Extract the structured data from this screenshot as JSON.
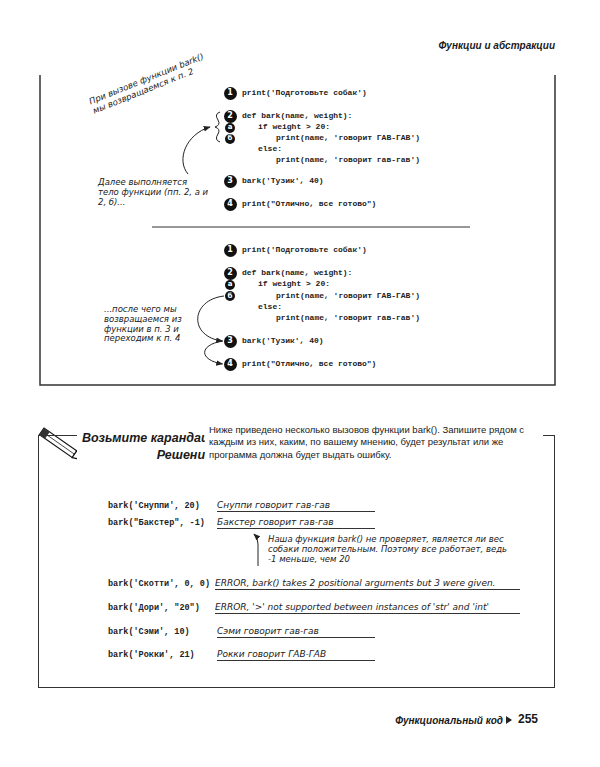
{
  "diagram": {
    "nodes": [
      {
        "text": [
          "1"
        ]
      },
      {
        "text": [
          "2"
        ]
      },
      {
        "text": [
          "а"
        ]
      },
      {
        "text": [
          "б"
        ]
      },
      {
        "text": [
          "3"
        ]
      },
      {
        "text": [
          "4"
        ]
      },
      {
        "text": [
          "1"
        ]
      },
      {
        "text": [
          "2"
        ]
      },
      {
        "text": [
          "а"
        ]
      },
      {
        "text": [
          "б"
        ]
      },
      {
        "text": [
          "3"
        ]
      },
      {
        "text": [
          "4"
        ]
      },
      {
        "text": [
          "Возьмите карандаш Решение",
          "Ниже приведено несколько вызовов функции bark(). Запишите рядом с каждым из них, каким, по вашему мнению, будет результат или же программа должна будет выдать ошибку."
        ]
      }
    ],
    "edges": [
      {
        "from": 9,
        "to": 10,
        "arrow": "to"
      },
      {
        "from": 10,
        "to": 11,
        "arrow": "to"
      }
    ],
    "labels": [
      "Функции и абстракции",
      "print('Подготовьте собак')",
      "def bark(name, weight):",
      "if weight > 20:",
      "print(name, 'говорит ГАВ-ГАВ')",
      "else:",
      "print(name, 'говорит гав-гав')",
      "bark('Тузик', 40)",
      "print(\"Отлично, все готово\")",
      "При вызове функции bark() мы возвращаемся к п. 2",
      "Далее выполняется тело функции (пп. 2, а и 2, б)...",
      "print('Подготовьте собак')",
      "def bark(name, weight):",
      "if weight > 20:",
      "print(name, 'говорит ГАВ-ГАВ')",
      "else:",
      "print(name, 'говорит гав-гав')",
      "bark('Тузик', 40)",
      "print(\"Отлично, все готово\")",
      "...после чего мы возвращаемся из функции в п. 3 и переходим к п. 4",
      "bark('Снуппи', 20)",
      "Снуппи говорит гав-гав",
      "bark(\"Бакстер\", -1)",
      "Бакстер говорит гав-гав",
      "Наша функция bark() не проверяет, является ли вес собаки положительным. Поэтому все работает, ведь -1 меньше, чем 20",
      "bark('Скотти', 0, 0)",
      "ERROR, bark() takes 2 positional arguments but 3 were given.",
      "bark('Дори', \"20\")",
      "ERROR, '>' not supported between instances of 'str' and 'int'",
      "bark('Сэми', 10)",
      "Сэми говорит гав-гав",
      "bark('Рокки', 21)",
      "Рокки говорит ГАВ-ГАВ",
      "Функциональный код",
      "255"
    ]
  }
}
